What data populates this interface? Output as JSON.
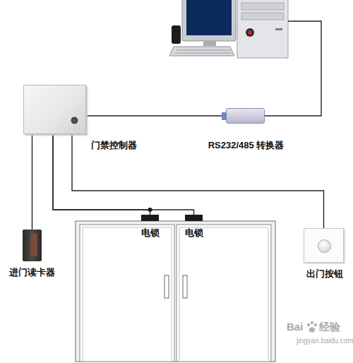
{
  "diagram": {
    "nodes": [
      {
        "text": [
          "门禁控制器"
        ]
      },
      {
        "text": [
          "RS232/485 转换器"
        ]
      },
      {
        "text": [
          "进门读卡器"
        ]
      },
      {
        "text": [
          "电锁"
        ]
      },
      {
        "text": [
          "电锁"
        ]
      },
      {
        "text": [
          "出门按钮"
        ]
      }
    ],
    "edges": [
      {
        "from": 0,
        "to": 1,
        "arrow": "none"
      },
      {
        "from": 0,
        "to": 2,
        "arrow": "none"
      },
      {
        "from": 0,
        "to": 3,
        "arrow": "none"
      },
      {
        "from": 0,
        "to": 4,
        "arrow": "none"
      },
      {
        "from": 0,
        "to": 5,
        "arrow": "none"
      }
    ],
    "labels": [
      "Bai",
      "经验",
      "jingyan.baidu.com"
    ]
  }
}
